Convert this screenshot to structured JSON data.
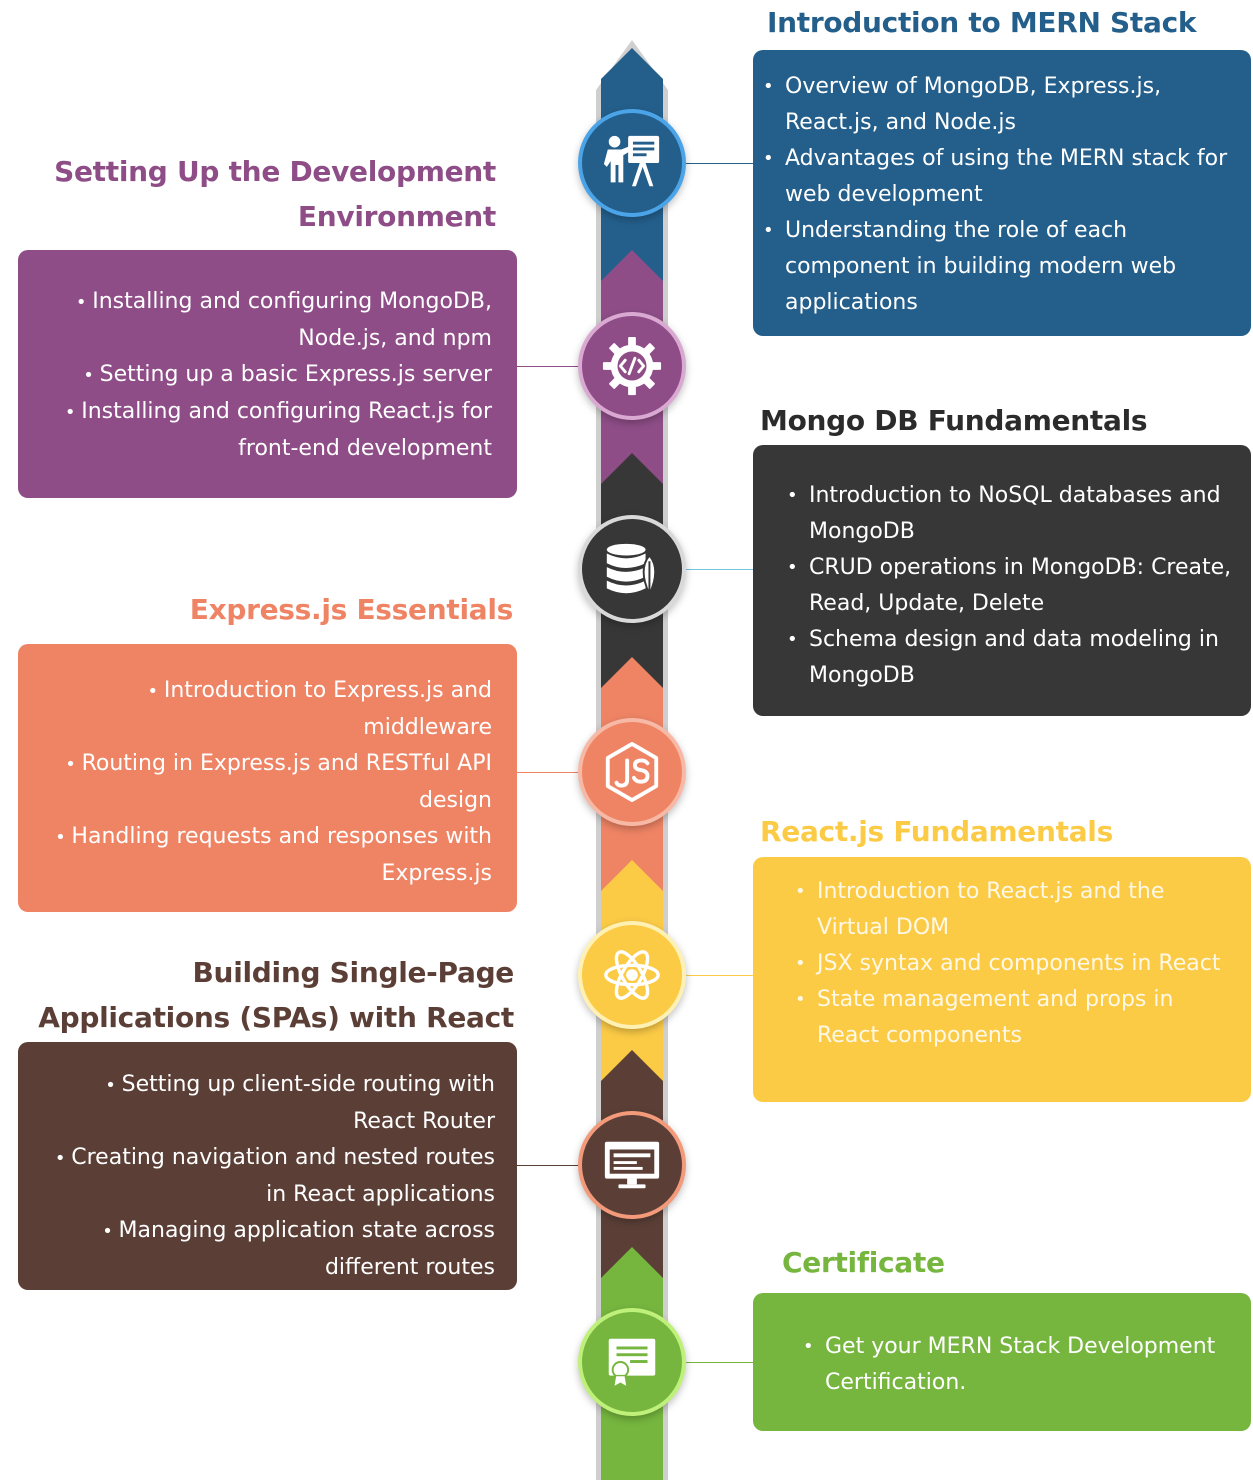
{
  "colors": {
    "blue": "#245f8c",
    "purple": "#8e4d87",
    "dark": "#373737",
    "salmon": "#ef8465",
    "yellow": "#fccb46",
    "brown": "#5b3f37",
    "green": "#76b63f",
    "spine_gray": "#cfcfcf"
  },
  "sections": [
    {
      "title": "Introduction to MERN Stack",
      "icon": "presentation-icon",
      "items": [
        "Overview of MongoDB, Express.js, React.js, and Node.js",
        "Advantages of using the MERN stack for web development",
        "Understanding the role of each component in building modern web applications"
      ]
    },
    {
      "title": "Setting Up the Development Environment",
      "icon": "code-gear-icon",
      "items": [
        "Installing and configuring MongoDB, Node.js, and npm",
        "Setting up a basic Express.js server",
        "Installing and configuring React.js for front-end development"
      ]
    },
    {
      "title": "Mongo DB Fundamentals",
      "icon": "database-leaf-icon",
      "items": [
        "Introduction to NoSQL databases and MongoDB",
        "CRUD operations in MongoDB: Create, Read, Update, Delete",
        "Schema design and data modeling in MongoDB"
      ]
    },
    {
      "title": "Express.js Essentials",
      "icon": "nodejs-icon",
      "items": [
        "Introduction to Express.js and middleware",
        "Routing in Express.js and RESTful API design",
        "Handling requests and responses with Express.js"
      ]
    },
    {
      "title": "React.js Fundamentals",
      "icon": "react-atom-icon",
      "items": [
        "Introduction to React.js and the Virtual DOM",
        "JSX syntax and components in React",
        "State management and props in React components"
      ]
    },
    {
      "title": "Building Single-Page Applications (SPAs) with React",
      "icon": "browser-window-icon",
      "items": [
        "Setting up client-side routing with React Router",
        "Creating navigation and nested routes in React applications",
        "Managing application state across different routes"
      ]
    },
    {
      "title": "Certificate",
      "icon": "certificate-icon",
      "items": [
        "Get your MERN Stack Development Certification."
      ]
    }
  ]
}
